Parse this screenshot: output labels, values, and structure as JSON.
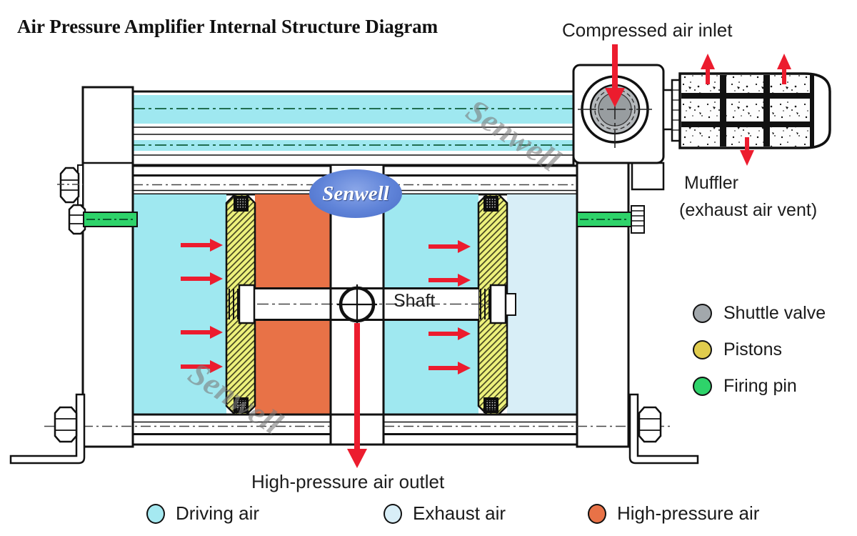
{
  "title": "Air Pressure Amplifier Internal Structure Diagram",
  "watermark": {
    "text": "Senwell"
  },
  "labels": {
    "compressed_air_inlet": "Compressed air inlet",
    "muffler": "Muffler",
    "muffler_sub": "(exhaust air vent)",
    "shaft": "Shaft",
    "high_pressure_air_outlet": "High-pressure air outlet"
  },
  "legend_right": [
    {
      "label": "Shuttle valve",
      "color": "#a2a8ac"
    },
    {
      "label": "Pistons",
      "color": "#e0cc4d"
    },
    {
      "label": "Firing pin",
      "color": "#2ed36a"
    }
  ],
  "legend_bottom": [
    {
      "label": "Driving air",
      "color": "#a5e9f1"
    },
    {
      "label": "Exhaust air",
      "color": "#d8eef7"
    },
    {
      "label": "High-pressure air",
      "color": "#e87247"
    }
  ],
  "colors": {
    "driving_air": "#9fe8f0",
    "exhaust_air": "#d8eef7",
    "high_pressure_air": "#e87247",
    "piston_hatch": "#edf17c",
    "firing_pin": "#2ed36a",
    "shuttle_valve_ring": "#b4b8bb",
    "shuttle_valve_core": "#989da0",
    "arrow_red": "#ec1c2e",
    "logo_blue": "#5f83d8",
    "watermark_gray": "#7d7d7d"
  }
}
